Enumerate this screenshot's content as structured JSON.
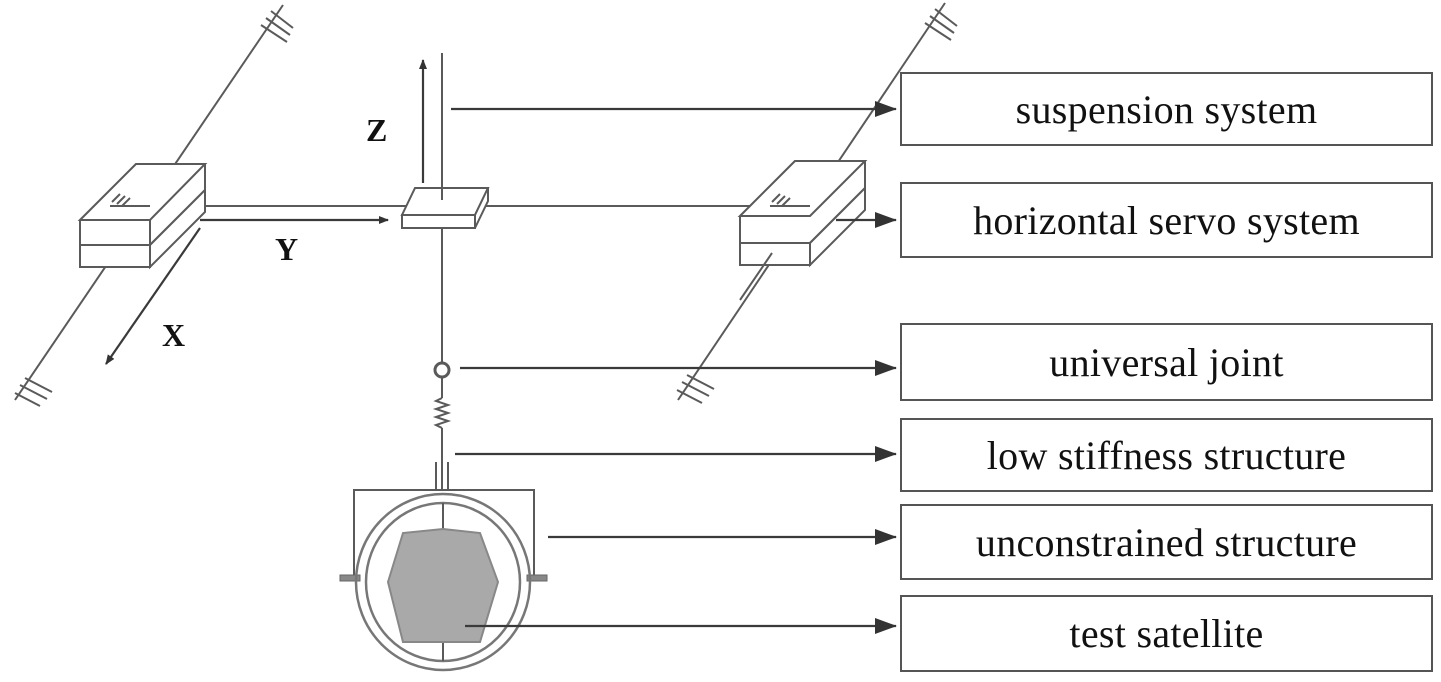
{
  "figure": {
    "type": "schematic",
    "subject": "satellite suspension / gravity-offload test rig",
    "axes": {
      "x_label": "X",
      "y_label": "Y",
      "z_label": "Z"
    },
    "labels": [
      {
        "id": "suspension",
        "text": "suspension system"
      },
      {
        "id": "horizontal-servo",
        "text": "horizontal servo system"
      },
      {
        "id": "universal-joint",
        "text": "universal joint"
      },
      {
        "id": "low-stiffness",
        "text": "low stiffness structure"
      },
      {
        "id": "unconstrained",
        "text": "unconstrained structure"
      },
      {
        "id": "test-satellite",
        "text": "test satellite"
      }
    ],
    "colors": {
      "line": "#5a5a5a",
      "satellite_fill": "#a9a9a9",
      "text": "#111111",
      "background": "#ffffff"
    }
  }
}
